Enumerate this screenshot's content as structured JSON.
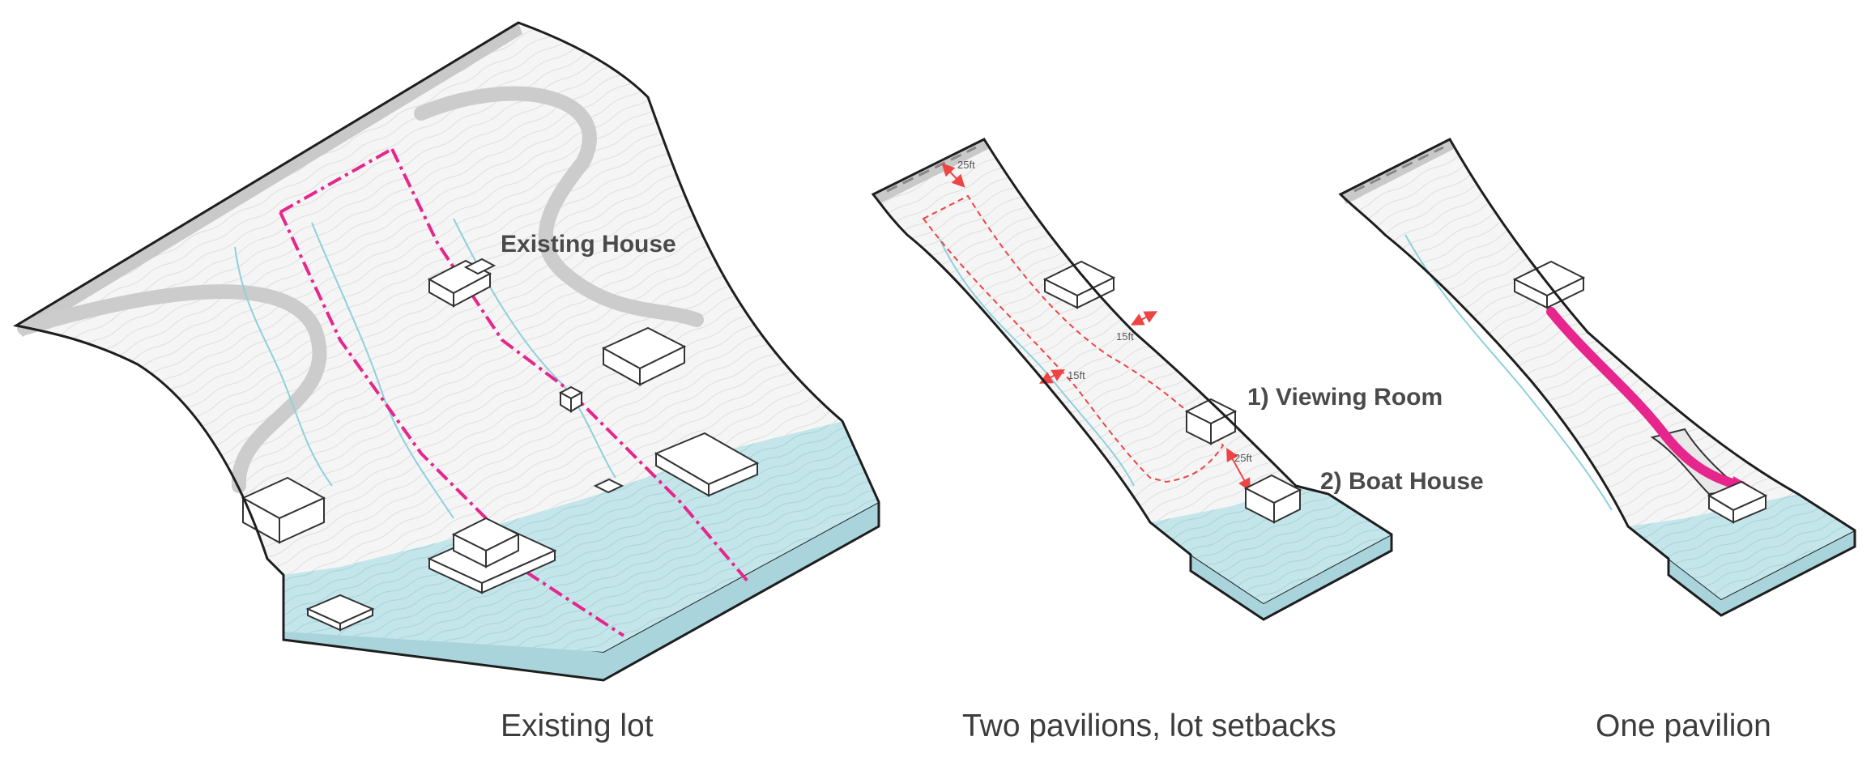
{
  "panels": [
    {
      "caption": "Existing lot",
      "labels": {
        "existing_house": "Existing House"
      }
    },
    {
      "caption": "Two pavilions, lot setbacks",
      "labels": {
        "viewing_room": "1) Viewing Room",
        "boat_house": "2) Boat House"
      },
      "dimensions": {
        "top_setback": "25ft",
        "right_setback": "15ft",
        "left_setback": "15ft",
        "bottom_setback": "25ft"
      }
    },
    {
      "caption": "One pavilion"
    }
  ],
  "colors": {
    "water": "#c4e6ea",
    "water_side": "#a9d4dc",
    "terrain": "#f5f5f5",
    "road": "#cccccc",
    "stream": "#8fd0dc",
    "lot_boundary": "#e6268c",
    "setback": "#ee4444",
    "outline": "#1e1e1e"
  }
}
